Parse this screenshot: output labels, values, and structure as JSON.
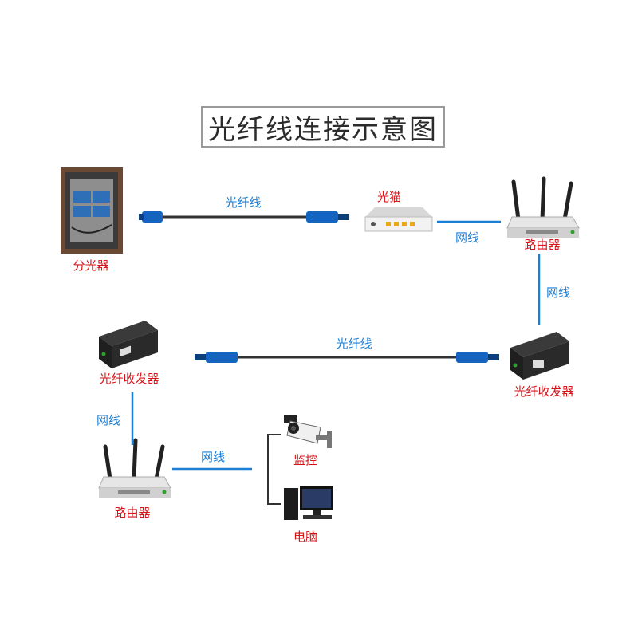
{
  "title": "光纤线连接示意图",
  "labels": {
    "splitter": "分光器",
    "fiber_top": "光纤线",
    "modem": "光猫",
    "net_modem_router": "网线",
    "router_top": "路由器",
    "net_router_transceiver": "网线",
    "fiber_middle": "光纤线",
    "transceiver_left": "光纤收发器",
    "transceiver_right": "光纤收发器",
    "net_transceiver_router": "网线",
    "router_bottom": "路由器",
    "net_router_devices": "网线",
    "camera": "监控",
    "computer": "电脑"
  },
  "colors": {
    "device_label": "#d8141a",
    "cable_label": "#1b7fd4",
    "network_cable": "#1b7fd4",
    "fiber_cable": "#333333",
    "fiber_connector": "#1565c0"
  },
  "icons": [
    "splitter-box-icon",
    "fiber-connector-icon",
    "optical-modem-icon",
    "router-icon",
    "fiber-transceiver-icon",
    "camera-icon",
    "computer-icon"
  ]
}
